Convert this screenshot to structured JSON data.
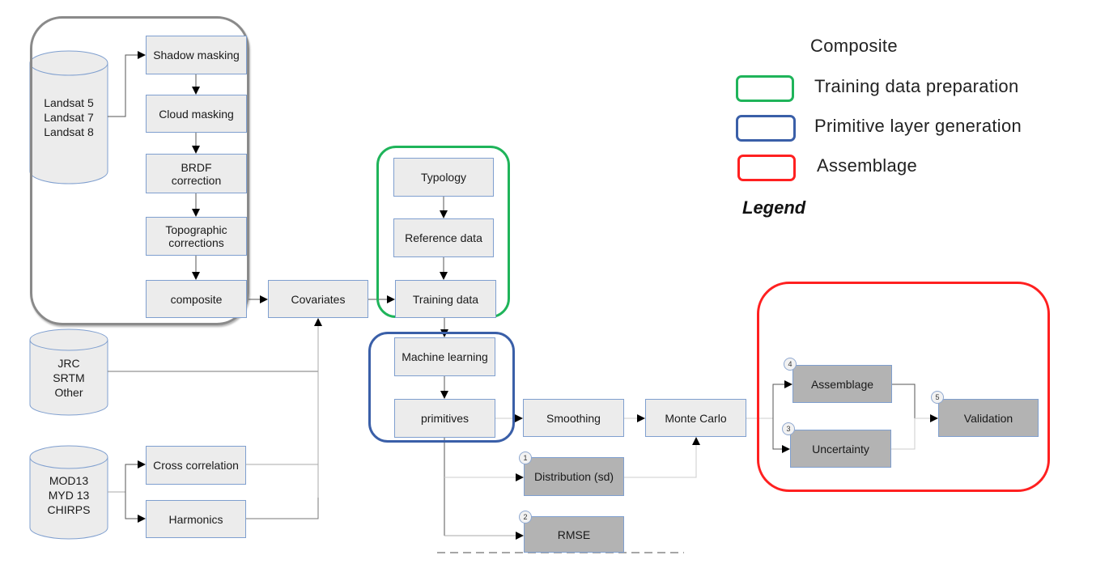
{
  "colors": {
    "training_group": "#1fb45a",
    "primitive_group": "#3a5fa8",
    "assemblage_group": "#ff2020",
    "composite_group": "#808080",
    "box_fill": "#ececec",
    "output_fill": "#b3b3b3",
    "box_border": "#7f9fcf"
  },
  "sources": {
    "landsat": "Landsat 5\nLandsat 7\nLandsat 8",
    "jrc": "JRC\nSRTM\nOther",
    "modis": "MOD13\nMYD 13\nCHIRPS"
  },
  "preprocessing": {
    "shadow_masking": "Shadow masking",
    "cloud_masking": "Cloud masking",
    "brdf_correction": "BRDF\ncorrection",
    "topographic_corrections": "Topographic\ncorrections",
    "composite": "composite"
  },
  "timeseries": {
    "cross_correlation": "Cross correlation",
    "harmonics": "Harmonics"
  },
  "covariates": "Covariates",
  "training": {
    "typology": "Typology",
    "reference_data": "Reference data",
    "training_data": "Training data"
  },
  "primitive": {
    "machine_learning": "Machine learning",
    "primitives": "primitives"
  },
  "smoothing": "Smoothing",
  "monte_carlo": "Monte Carlo",
  "outputs": {
    "distribution": {
      "label": "Distribution (sd)",
      "badge": "1"
    },
    "rmse": {
      "label": "RMSE",
      "badge": "2"
    },
    "uncertainty": {
      "label": "Uncertainty",
      "badge": "3"
    },
    "assemblage": {
      "label": "Assemblage",
      "badge": "4"
    },
    "validation": {
      "label": "Validation",
      "badge": "5"
    }
  },
  "legend": {
    "title": "Legend",
    "items": [
      {
        "label": "Composite"
      },
      {
        "label": "Training data preparation",
        "color": "#1fb45a"
      },
      {
        "label": "Primitive layer generation",
        "color": "#3a5fa8"
      },
      {
        "label": "Assemblage",
        "color": "#ff2020"
      }
    ]
  }
}
